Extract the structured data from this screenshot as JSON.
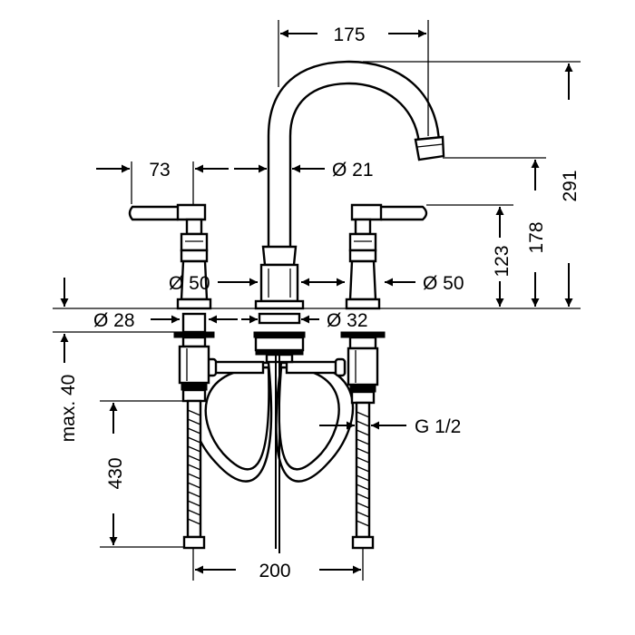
{
  "dimensions": {
    "spout_reach": "175",
    "handle_offset": "73",
    "spout_diameter": "Ø 21",
    "total_height": "291",
    "spout_outlet_height": "178",
    "handle_height": "123",
    "handle_base_diameter": "Ø 50",
    "handle_right_diameter": "Ø 50",
    "valve_diameter": "Ø 28",
    "spout_base_diameter": "Ø 32",
    "max_deck_thickness": "max. 40",
    "hose_length": "430",
    "connection_thread": "G 1/2",
    "center_spacing": "200"
  },
  "colors": {
    "line": "#000000",
    "background": "#ffffff"
  }
}
